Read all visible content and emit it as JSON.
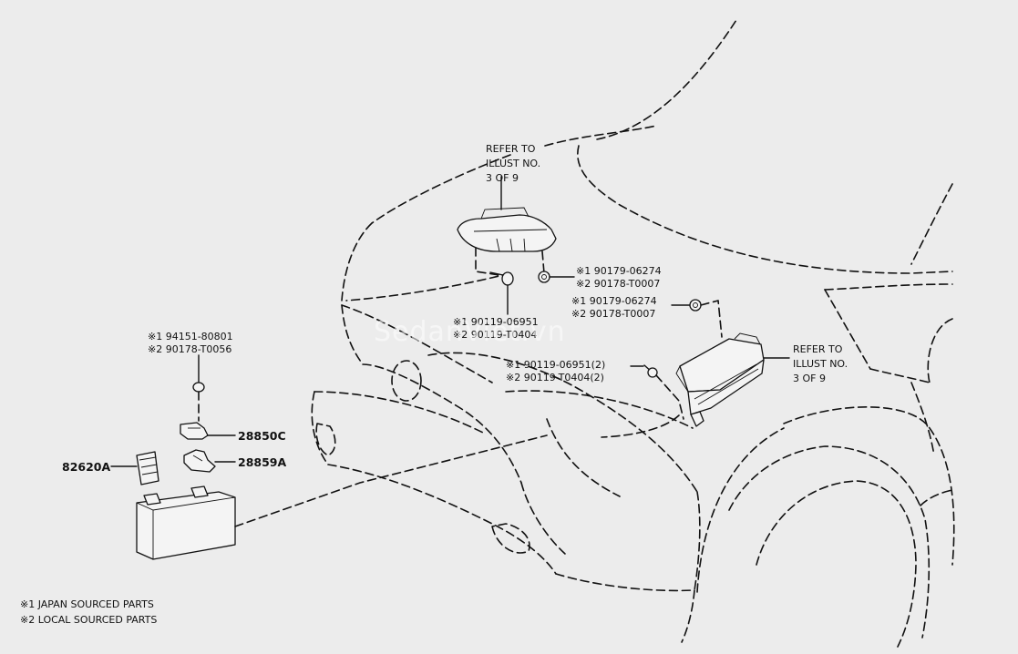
{
  "refer_callouts": [
    {
      "lines": [
        "REFER TO",
        "ILLUST NO.",
        "3 OF 9"
      ]
    },
    {
      "lines": [
        "REFER TO",
        "ILLUST NO.",
        "3 OF 9"
      ]
    }
  ],
  "fastener_callouts": [
    {
      "lines": [
        "※1 90179-06274",
        "※2 90178-T0007"
      ]
    },
    {
      "lines": [
        "※1 90179-06274",
        "※2 90178-T0007"
      ]
    },
    {
      "lines": [
        "※1 90119-06951",
        "※2 90119-T0404"
      ]
    },
    {
      "lines": [
        "※1 90119-06951(2)",
        "※2 90119-T0404(2)"
      ]
    },
    {
      "lines": [
        "※1 94151-80801",
        "※2 90178-T0056"
      ]
    }
  ],
  "part_labels": [
    "28850C",
    "28859A",
    "82620A"
  ],
  "notes": [
    "※1 JAPAN SOURCED PARTS",
    "※2 LOCAL SOURCED PARTS"
  ],
  "watermark": "SedanViet.vn"
}
